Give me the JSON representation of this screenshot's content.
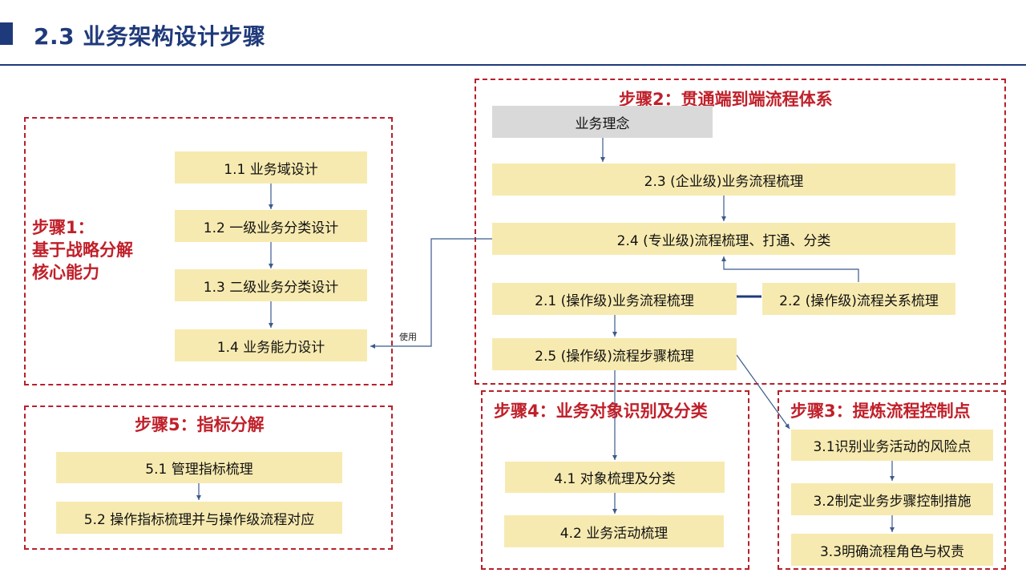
{
  "header": {
    "title": "2.3 业务架构设计步骤"
  },
  "colors": {
    "title_blue": "#1f3a7a",
    "step_red": "#c0202a",
    "box_fill": "#f7eab0",
    "gray_fill": "#d9d9d9",
    "connector": "#3b5a8c"
  },
  "step1": {
    "title_line1": "步骤1：",
    "title_line2": "基于战略分解",
    "title_line3": "核心能力",
    "items": [
      "1.1 业务域设计",
      "1.2 一级业务分类设计",
      "1.3 二级业务分类设计",
      "1.4 业务能力设计"
    ]
  },
  "step2": {
    "title": "步骤2：贯通端到端流程体系",
    "concept": "业务理念",
    "items": {
      "s23": "2.3 (企业级)业务流程梳理",
      "s24": "2.4 (专业级)流程梳理、打通、分类",
      "s21": "2.1 (操作级)业务流程梳理",
      "s22": "2.2 (操作级)流程关系梳理",
      "s25": "2.5 (操作级)流程步骤梳理"
    },
    "use_label": "使用"
  },
  "step3": {
    "title": "步骤3：提炼流程控制点",
    "items": [
      "3.1识别业务活动的风险点",
      "3.2制定业务步骤控制措施",
      "3.3明确流程角色与权责"
    ]
  },
  "step4": {
    "title": "步骤4：业务对象识别及分类",
    "items": [
      "4.1 对象梳理及分类",
      "4.2 业务活动梳理"
    ]
  },
  "step5": {
    "title": "步骤5：指标分解",
    "items": [
      "5.1 管理指标梳理",
      "5.2 操作指标梳理并与操作级流程对应"
    ]
  }
}
